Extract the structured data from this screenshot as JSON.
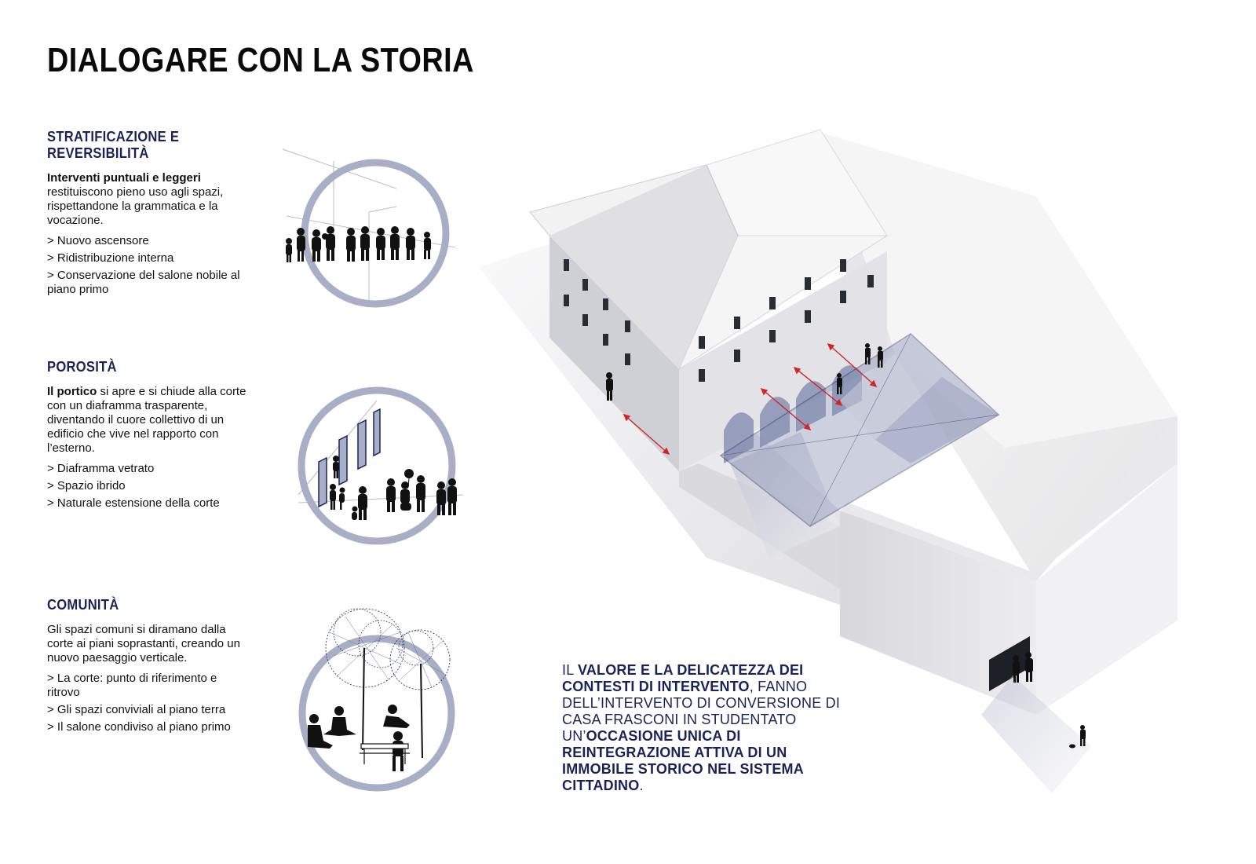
{
  "title": "DIALOGARE CON LA STORIA",
  "sections": [
    {
      "heading": "STRATIFICAZIONE E REVERSIBILITÀ",
      "intro_bold": "Interventi puntuali e leggeri",
      "intro_rest": " restituiscono pieno uso agli spazi, rispettandone la grammatica e la vocazione.",
      "bullets": [
        "> Nuovo ascensore",
        "> Ridistribuzione interna",
        "> Conservazione del salone nobile al piano primo"
      ]
    },
    {
      "heading": "POROSITÀ",
      "intro_bold": "Il portico",
      "intro_rest": " si apre e si chiude alla corte con un diaframma trasparente, diventando il cuore collettivo di un edificio che vive nel rapporto con l’esterno.",
      "bullets": [
        "> Diaframma vetrato",
        "> Spazio ibrido",
        "> Naturale estensione della corte"
      ]
    },
    {
      "heading": "COMUNITÀ",
      "intro_bold": "",
      "intro_rest": "Gli spazi comuni si diramano dalla corte ai piani soprastanti, creando un nuovo paesaggio verticale.",
      "bullets": [
        "> La corte: punto di riferimento e ritrovo",
        "> Gli spazi conviviali al piano terra",
        "> Il salone condiviso al piano primo"
      ]
    }
  ],
  "statement": {
    "p1": "IL ",
    "b1": "VALORE E LA DELICATEZZA DEI CONTESTI DI INTERVENTO",
    "p2": ", FANNO DELL’INTERVENTO DI CONVERSIONE DI CASA FRASCONI IN STUDENTATO UN’",
    "b2": "OCCASIONE UNICA DI REINTEGRAZIONE ATTIVA DI UN IMMOBILE STORICO NEL SISTEMA CITTADINO",
    "p3": "."
  },
  "colors": {
    "heading": "#1a2358",
    "circle": "#a9aec7",
    "accent_arrow": "#d0262a",
    "court_outline": "#1a2358",
    "court_fill": "#7e87ad"
  },
  "icons": [
    "people-circle-icon",
    "portico-circle-icon",
    "community-circle-icon"
  ]
}
